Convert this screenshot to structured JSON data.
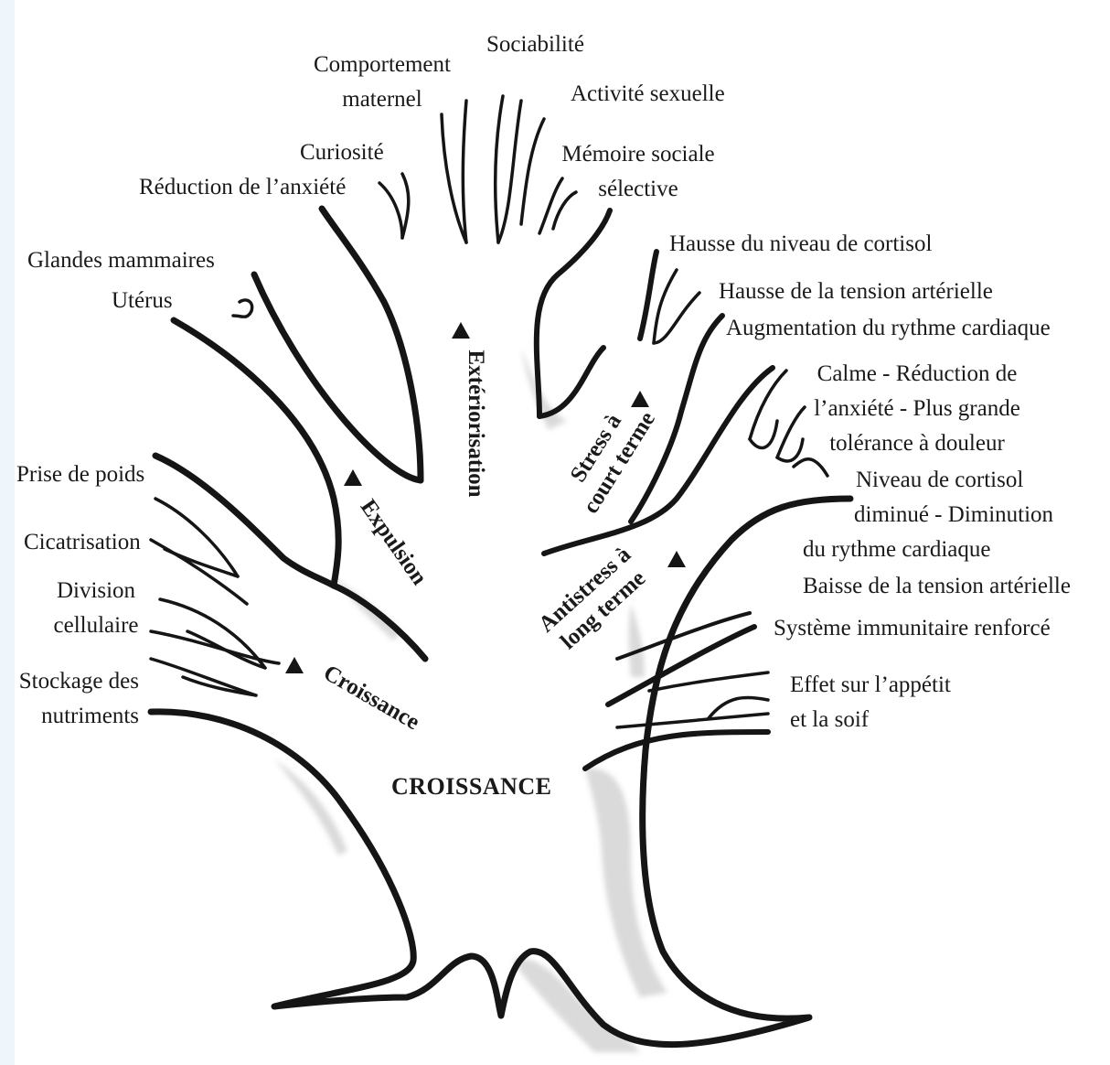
{
  "trunk_label": "CROISSANCE",
  "branches": {
    "exteriorisation": "Extériorisation",
    "expulsion": "Expulsion",
    "croissance": "Croissance",
    "stress_line1": "Stress à",
    "stress_line2": "court terme",
    "antistress_line1": "Antistress à",
    "antistress_line2": "long terme"
  },
  "labels": {
    "sociabilite": "Sociabilité",
    "comportement_1": "Comportement",
    "comportement_2": "maternel",
    "activite_sexuelle": "Activité sexuelle",
    "curiosite": "Curiosité",
    "reduction_anxiete": "Réduction de l’anxiété",
    "memoire_1": "Mémoire sociale",
    "memoire_2": "sélective",
    "glandes": "Glandes mammaires",
    "uterus": "Utérus",
    "hausse_cortisol": "Hausse du niveau de cortisol",
    "hausse_tension": "Hausse de la tension artérielle",
    "augmentation_rythme": "Augmentation du rythme cardiaque",
    "calme_1": "Calme - Réduction de",
    "calme_2": "l’anxiété - Plus grande",
    "calme_3": "tolérance à douleur",
    "cortisol_1": "Niveau de cortisol",
    "cortisol_2": "diminué - Diminution",
    "cortisol_3": "du rythme cardiaque",
    "baisse_tension": "Baisse de la tension artérielle",
    "immunitaire": "Système immunitaire renforcé",
    "appetit_1": "Effet sur l’appétit",
    "appetit_2": "et la soif",
    "prise_poids": "Prise de poids",
    "cicatrisation": "Cicatrisation",
    "division_1": "Division",
    "division_2": "cellulaire",
    "stockage_1": "Stockage des",
    "stockage_2": "nutriments"
  }
}
